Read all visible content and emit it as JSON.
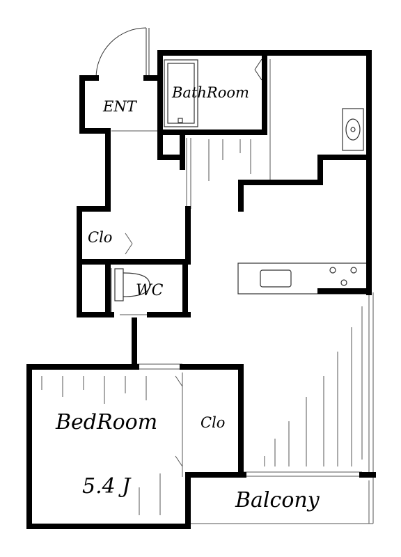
{
  "rooms": {
    "entrance": "ENT",
    "bathroom": "BathRoom",
    "closet_hall": "Clo",
    "wc": "WC",
    "bedroom": "BedRoom",
    "bedroom_size": "5.4 J",
    "closet_bedroom": "Clo",
    "balcony": "Balcony"
  },
  "colors": {
    "wall": "#000000",
    "line": "#555555",
    "background": "#ffffff"
  }
}
